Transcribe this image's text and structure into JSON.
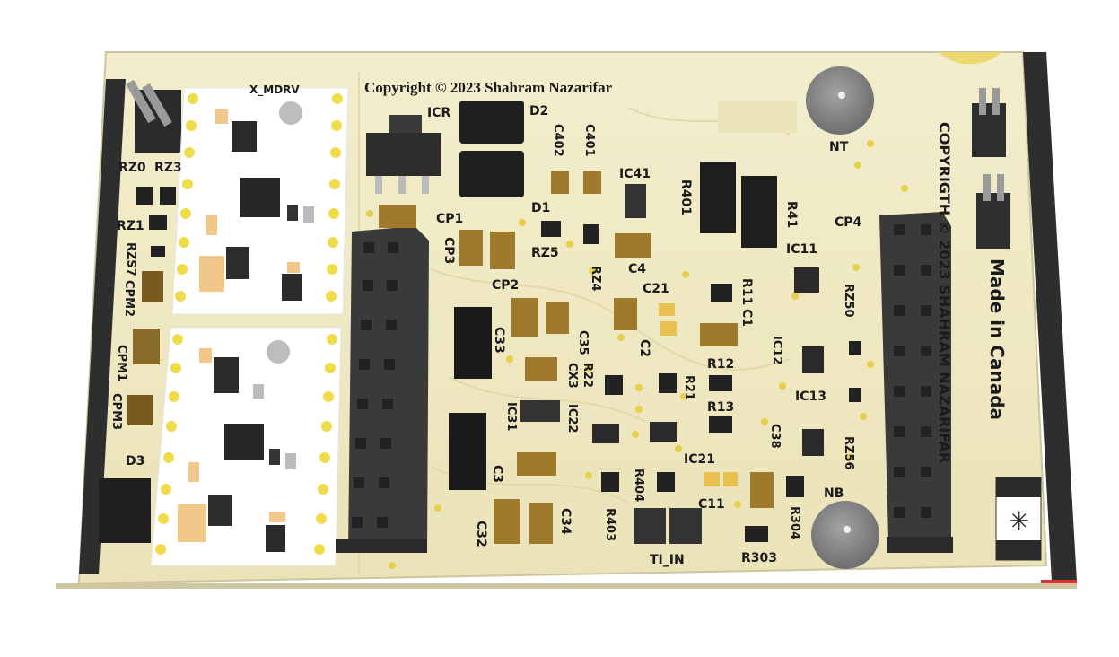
{
  "colors": {
    "pcb": "#efe9c4",
    "pcb_shadow": "#d9d2a6",
    "pcb_edge": "#2b2b2b",
    "header": "#3c3c3c",
    "module": "#ffffff",
    "pad_gold": "#e8d25a",
    "ic_body": "#262626",
    "cap_tan": "#a07a2c",
    "cap_end": "#c9c9c9",
    "resistor": "#1e1e1e",
    "buzzer": "#8b8b8b"
  },
  "board": {
    "copyright_top": "Copyright © 2023 Shahram Nazarifar",
    "copyright_right": "COPYRIGTH © 2023 SHAHRAM NAZARIFAR",
    "made_in": "Made in Canada",
    "flag_icon": "maple-leaf-icon"
  },
  "labels": {
    "icr": "ICR",
    "d2": "D2",
    "c402": "C402",
    "c401": "C401",
    "ic41": "IC41",
    "r401": "R401",
    "r41": "R41",
    "cp4": "CP4",
    "nt": "NT",
    "cp1": "CP1",
    "cp3": "CP3",
    "d1": "D1",
    "rz5": "RZ5",
    "c4": "C4",
    "ic11": "IC11",
    "rz50": "RZ50",
    "cp2": "CP2",
    "rz4": "RZ4",
    "c21": "C21",
    "r11": "R11",
    "c1": "C1",
    "c33": "C33",
    "c35": "C35",
    "c2": "C2",
    "r12": "R12",
    "ic12": "IC12",
    "cx3": "CX3",
    "r22": "R22",
    "r21": "R21",
    "ic13": "IC13",
    "r13": "R13",
    "ic31": "IC31",
    "ic22": "IC22",
    "c38": "C38",
    "rz56": "RZ56",
    "c3": "C3",
    "ic21": "IC21",
    "r404": "R404",
    "c11": "C11",
    "nb": "NB",
    "c32": "C32",
    "c34": "C34",
    "r403": "R403",
    "ti_in": "TI_IN",
    "r303": "R303",
    "r304": "R304",
    "rz0": "RZ0",
    "rz3": "RZ3",
    "rz1": "RZ1",
    "rzs7": "RZS7",
    "cpm2": "CPM2",
    "cpm1": "CPM1",
    "cpm3": "CPM3",
    "d3": "D3",
    "x_mdrv": "X_MDRV"
  }
}
